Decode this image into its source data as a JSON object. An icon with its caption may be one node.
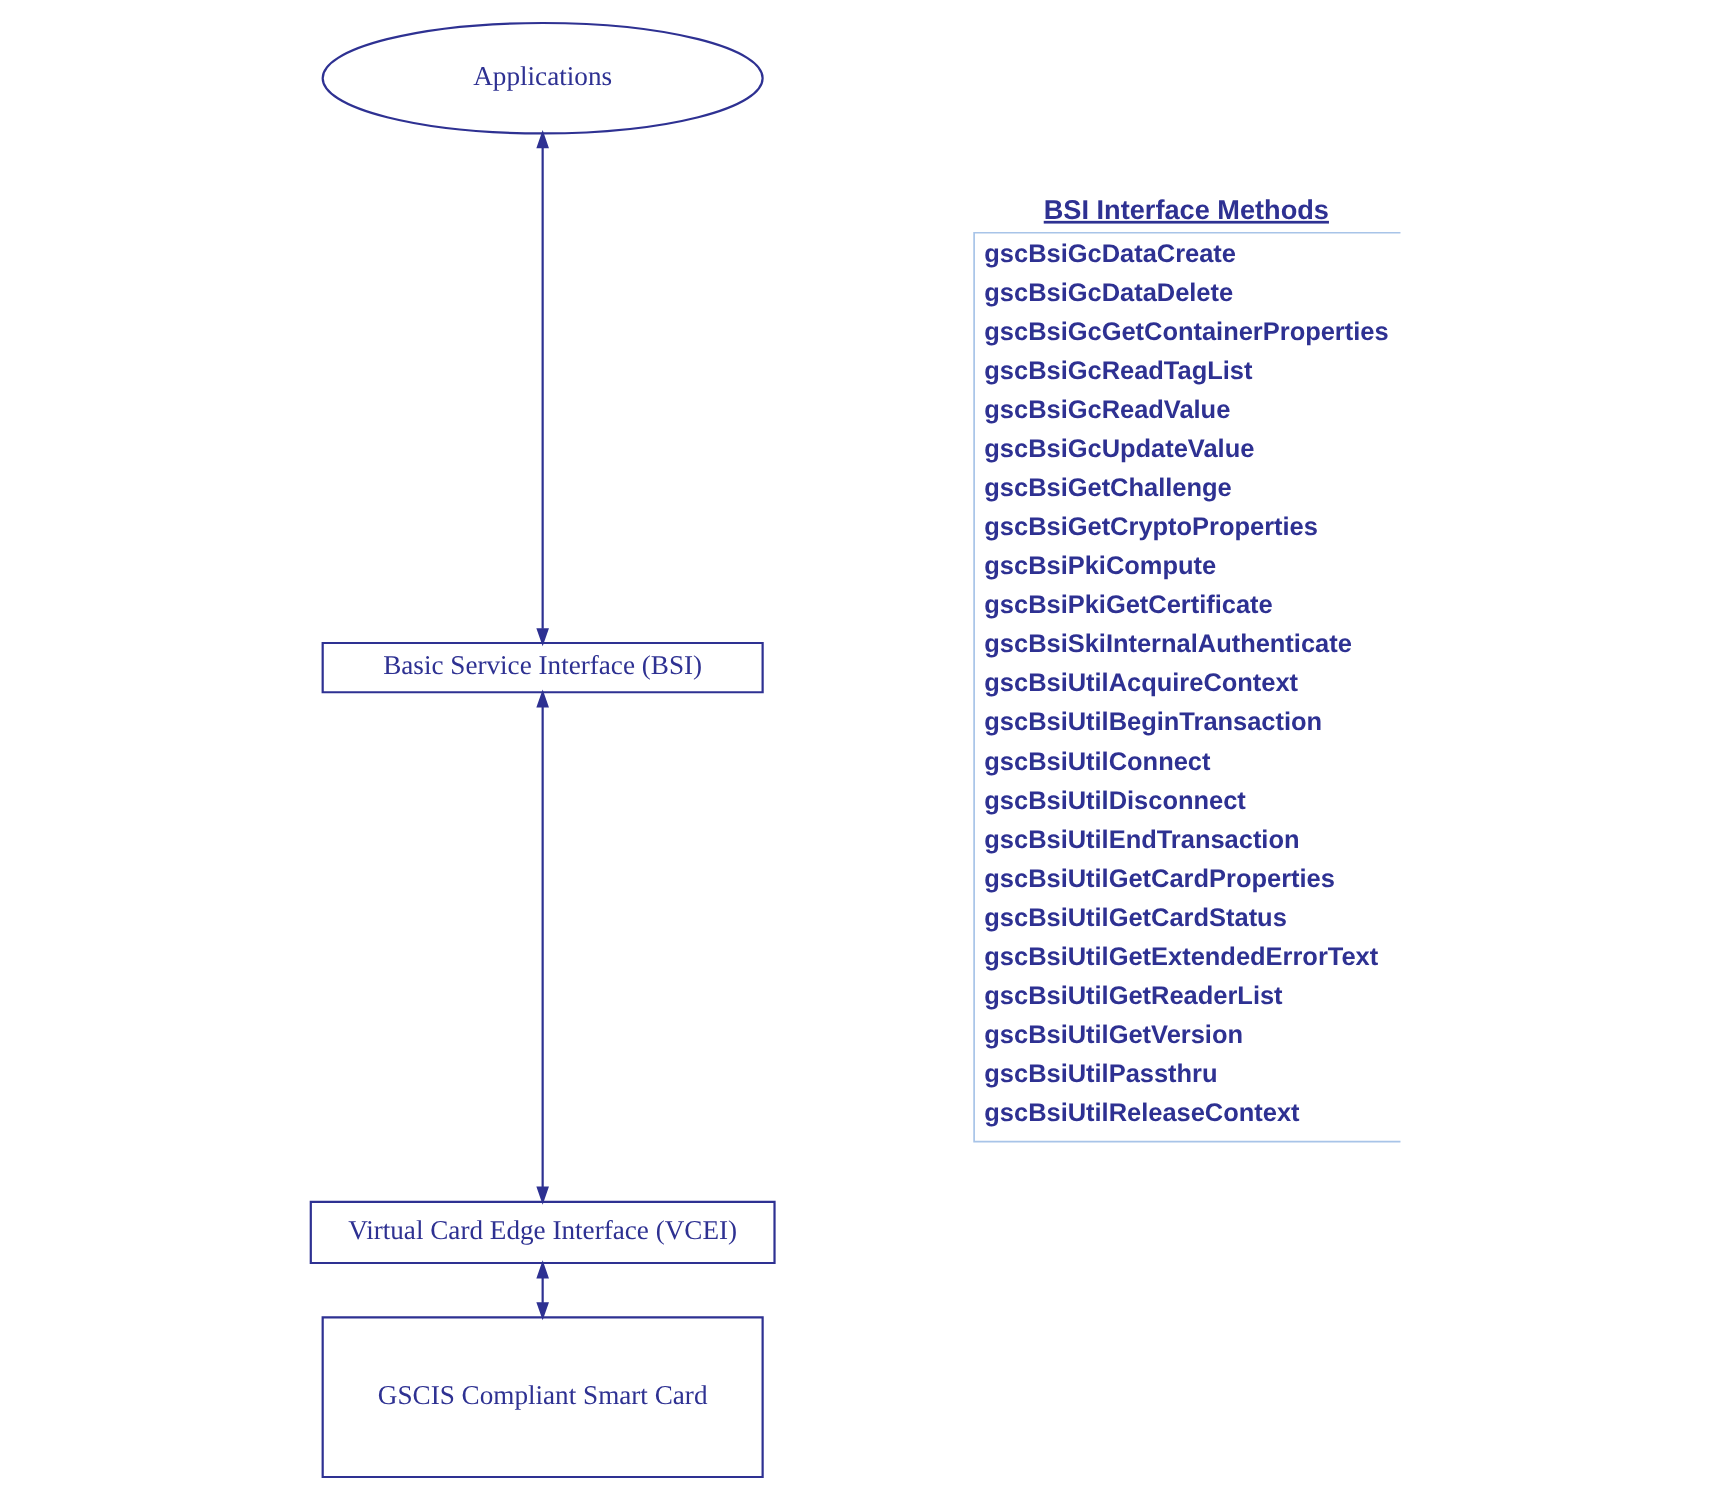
{
  "diagram": {
    "nodes": [
      {
        "text": [
          "Applications"
        ]
      },
      {
        "text": [
          "Basic Service Interface (BSI)"
        ]
      },
      {
        "text": [
          "Virtual Card Edge Interface (VCEI)"
        ]
      },
      {
        "text": [
          "GSCIS Compliant Smart Card"
        ]
      },
      {
        "text": [
          "BSI Interface Methods",
          "gscBsiGcDataCreate",
          "gscBsiGcDataDelete",
          "gscBsiGcGetContainerProperties",
          "gscBsiGcReadTagList",
          "gscBsiGcReadValue",
          "gscBsiGcUpdateValue",
          "gscBsiGetChallenge",
          "gscBsiGetCryptoProperties",
          "gscBsiPkiCompute",
          "gscBsiPkiGetCertificate",
          "gscBsiSkiInternalAuthenticate",
          "gscBsiUtilAcquireContext",
          "gscBsiUtilBeginTransaction",
          "gscBsiUtilConnect",
          "gscBsiUtilDisconnect",
          "gscBsiUtilEndTransaction",
          "gscBsiUtilGetCardProperties",
          "gscBsiUtilGetCardStatus",
          "gscBsiUtilGetExtendedErrorText",
          "gscBsiUtilGetReaderList",
          "gscBsiUtilGetVersion",
          "gscBsiUtilPassthru",
          "gscBsiUtilReleaseContext"
        ]
      }
    ],
    "edges": [
      {
        "from": 0,
        "to": 1,
        "arrow": "both"
      },
      {
        "from": 1,
        "to": 2,
        "arrow": "both"
      },
      {
        "from": 2,
        "to": 3,
        "arrow": "both"
      }
    ]
  }
}
